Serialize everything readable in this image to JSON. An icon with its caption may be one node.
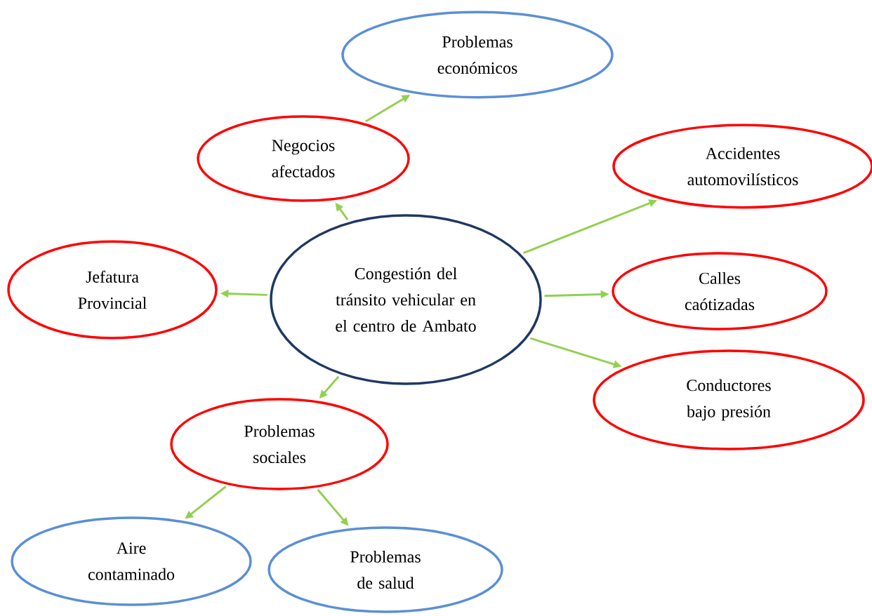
{
  "diagram": {
    "nodes": [
      {
        "text": [
          "Problemas económicos"
        ]
      },
      {
        "text": [
          "Negocios afectados"
        ]
      },
      {
        "text": [
          "Accidentes automovilísticos"
        ]
      },
      {
        "text": [
          "Jefatura Provincial"
        ]
      },
      {
        "text": [
          "Congestión del tránsito vehicular en el centro de Ambato"
        ]
      },
      {
        "text": [
          "Calles caótizadas"
        ]
      },
      {
        "text": [
          "Conductores bajo presión"
        ]
      },
      {
        "text": [
          "Problemas sociales"
        ]
      },
      {
        "text": [
          "Aire contaminado"
        ]
      },
      {
        "text": [
          "Problemas de salud"
        ]
      }
    ],
    "edges": [
      {
        "from": 4,
        "to": 1,
        "arrow": "to"
      },
      {
        "from": 1,
        "to": 0,
        "arrow": "to"
      },
      {
        "from": 4,
        "to": 2,
        "arrow": "to"
      },
      {
        "from": 4,
        "to": 3,
        "arrow": "to"
      },
      {
        "from": 4,
        "to": 5,
        "arrow": "to"
      },
      {
        "from": 4,
        "to": 6,
        "arrow": "to"
      },
      {
        "from": 4,
        "to": 7,
        "arrow": "to"
      },
      {
        "from": 7,
        "to": 8,
        "arrow": "to"
      },
      {
        "from": 7,
        "to": 9,
        "arrow": "to"
      }
    ]
  }
}
